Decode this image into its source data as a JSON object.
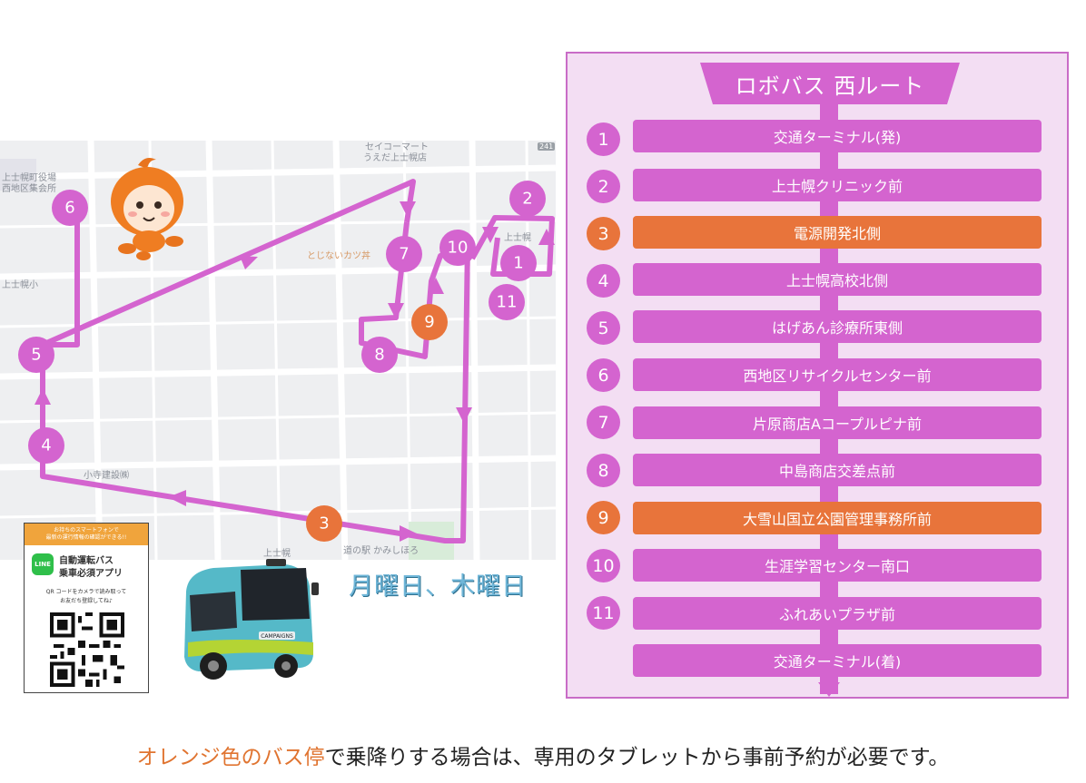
{
  "colors": {
    "route": "#d464cf",
    "orange": "#e8743b",
    "panel_bg": "#f3def3",
    "panel_border": "#c96cc7",
    "map_bg": "#eeeff1",
    "days": "#6fb6d8"
  },
  "route": {
    "title": "ロボバス 西ルート",
    "stops": [
      {
        "num": "1",
        "name": "交通ターミナル(発)",
        "reservation": false
      },
      {
        "num": "2",
        "name": "上士幌クリニック前",
        "reservation": false
      },
      {
        "num": "3",
        "name": "電源開発北側",
        "reservation": true
      },
      {
        "num": "4",
        "name": "上士幌高校北側",
        "reservation": false
      },
      {
        "num": "5",
        "name": "はげあん診療所東側",
        "reservation": false
      },
      {
        "num": "6",
        "name": "西地区リサイクルセンター前",
        "reservation": false
      },
      {
        "num": "7",
        "name": "片原商店Aコープルピナ前",
        "reservation": false
      },
      {
        "num": "8",
        "name": "中島商店交差点前",
        "reservation": false
      },
      {
        "num": "9",
        "name": "大雪山国立公園管理事務所前",
        "reservation": true
      },
      {
        "num": "10",
        "name": "生涯学習センター南口",
        "reservation": false
      },
      {
        "num": "11",
        "name": "ふれあいプラザ前",
        "reservation": false
      },
      {
        "num": "",
        "name": "交通ターミナル(着)",
        "reservation": false
      }
    ]
  },
  "map": {
    "labels": {
      "seicomart_1": "セイコーマート",
      "seicomart_2": "うえだ上士幌店",
      "town_hall_1": "上士幌町役場",
      "town_hall_2": "西地区集会所",
      "school_1": "上士幌小",
      "school_2": "小寺建設㈱",
      "north": "上士幌",
      "michinoeki": "道の駅 かみしほろ",
      "kamishiho": "上士幌",
      "cafe": "とじないカツ丼",
      "route_no": "241"
    },
    "markers": [
      {
        "num": "1",
        "orange": false
      },
      {
        "num": "2",
        "orange": false
      },
      {
        "num": "3",
        "orange": true
      },
      {
        "num": "4",
        "orange": false
      },
      {
        "num": "5",
        "orange": false
      },
      {
        "num": "6",
        "orange": false
      },
      {
        "num": "7",
        "orange": false
      },
      {
        "num": "8",
        "orange": false
      },
      {
        "num": "9",
        "orange": true
      },
      {
        "num": "10",
        "orange": false
      },
      {
        "num": "11",
        "orange": false
      }
    ]
  },
  "app_card": {
    "header_1": "お持ちのスマートフォンで",
    "header_2": "最新の運行情報の確認ができる!!",
    "line_badge": "LINE",
    "app_1": "自動運転バス",
    "app_2": "乗車必須アプリ",
    "note_1": "QR コードをカメラで読み取って",
    "note_2": "お友だち登録してね♪"
  },
  "bus_plate": "CAMPAIGNS",
  "days": "月曜日、木曜日",
  "footer": {
    "highlight": "オレンジ色のバス停",
    "rest": "で乗降りする場合は、専用のタブレットから事前予約が必要です。"
  }
}
